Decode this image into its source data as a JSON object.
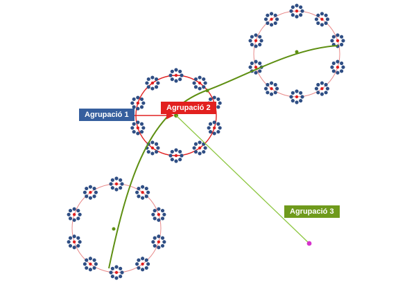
{
  "labels": {
    "group1": "Agrupació 1",
    "group2": "Agrupació 2",
    "group3": "Agrupació 3"
  },
  "colors": {
    "group1": "#365f9e",
    "group2": "#e2201f",
    "group3": "#6f9a1c",
    "ring": "#e88888",
    "ring_main": "#e02020",
    "cluster_node": "#2f4e84",
    "center_dot": "#e02020",
    "path": "#5e8f12",
    "arrow_red": "#e02020",
    "arrow_green": "#8cc63f",
    "endpoint": "#d633cc"
  }
}
